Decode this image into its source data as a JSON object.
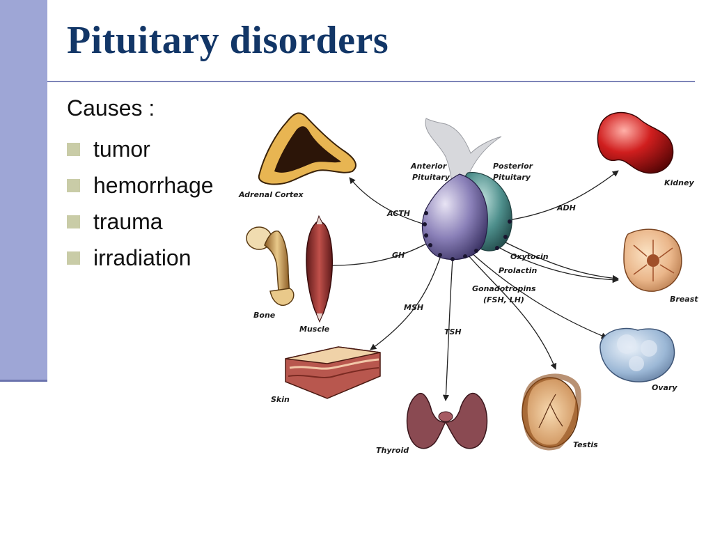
{
  "slide": {
    "title": "Pituitary disorders",
    "causes_label": "Causes :",
    "causes": [
      "tumor",
      "hemorrhage",
      "trauma",
      "irradiation"
    ]
  },
  "diagram": {
    "pituitary": {
      "anterior": [
        "Anterior",
        "Pituitary"
      ],
      "posterior": [
        "Posterior",
        "Pituitary"
      ]
    },
    "hormones": {
      "acth": "ACTH",
      "gh": "GH",
      "msh": "MSH",
      "tsh": "TSH",
      "adh": "ADH",
      "oxytocin": "Oxytocin",
      "prolactin": "Prolactin",
      "gonadotropins": [
        "Gonadotropins",
        "(FSH, LH)"
      ]
    },
    "targets": {
      "adrenal_cortex": "Adrenal Cortex",
      "bone": "Bone",
      "muscle": "Muscle",
      "skin": "Skin",
      "thyroid": "Thyroid",
      "testis": "Testis",
      "ovary": "Ovary",
      "breast": "Breast",
      "kidney": "Kidney"
    }
  },
  "colors": {
    "title": "#123667",
    "sidebar": "#9ea6d6",
    "bullet": "#c9cca7",
    "anterior_lobe": "#8a80b8",
    "posterior_lobe": "#4e8f8c",
    "arrow": "#222222"
  }
}
